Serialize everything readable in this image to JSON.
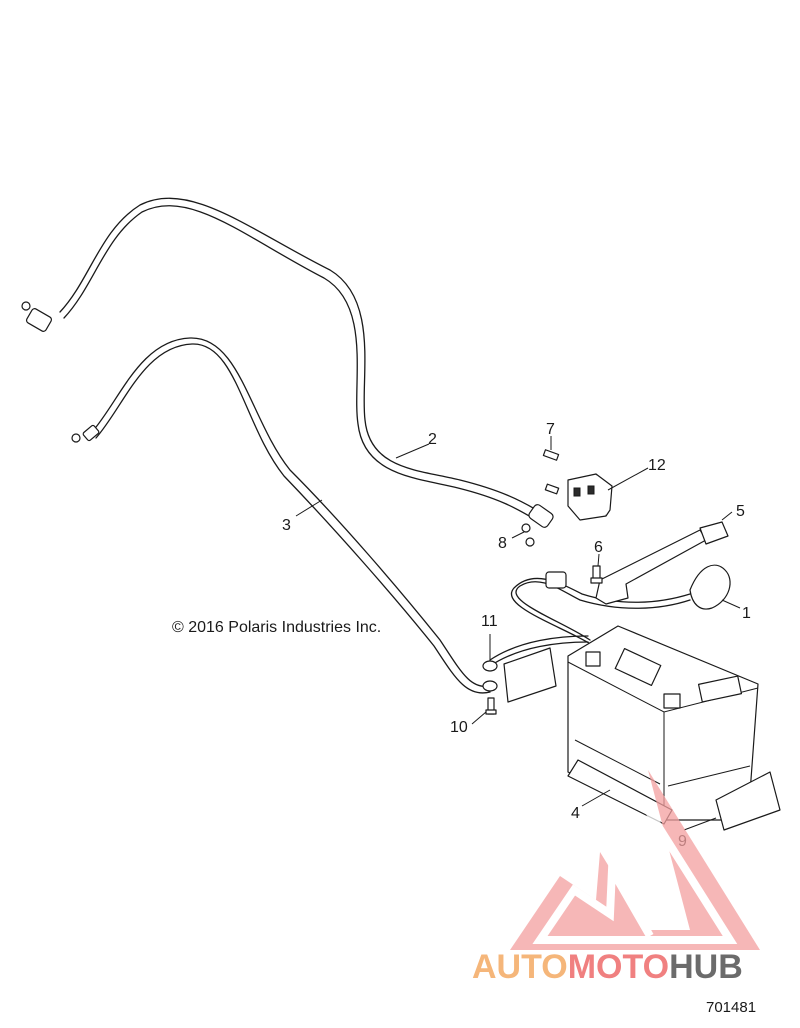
{
  "diagram": {
    "copyright": "© 2016 Polaris Industries Inc.",
    "document_number": "701481",
    "callouts": [
      "1",
      "2",
      "3",
      "4",
      "5",
      "6",
      "7",
      "8",
      "9",
      "10",
      "11",
      "12"
    ]
  },
  "watermark": {
    "part1": "AUTO",
    "part2": "MOTO",
    "part3": "HUB",
    "colors": {
      "auto": "#f5b67a",
      "moto": "#f08080",
      "hub": "#6b6b6b",
      "logo": "#f4a0a0"
    }
  }
}
